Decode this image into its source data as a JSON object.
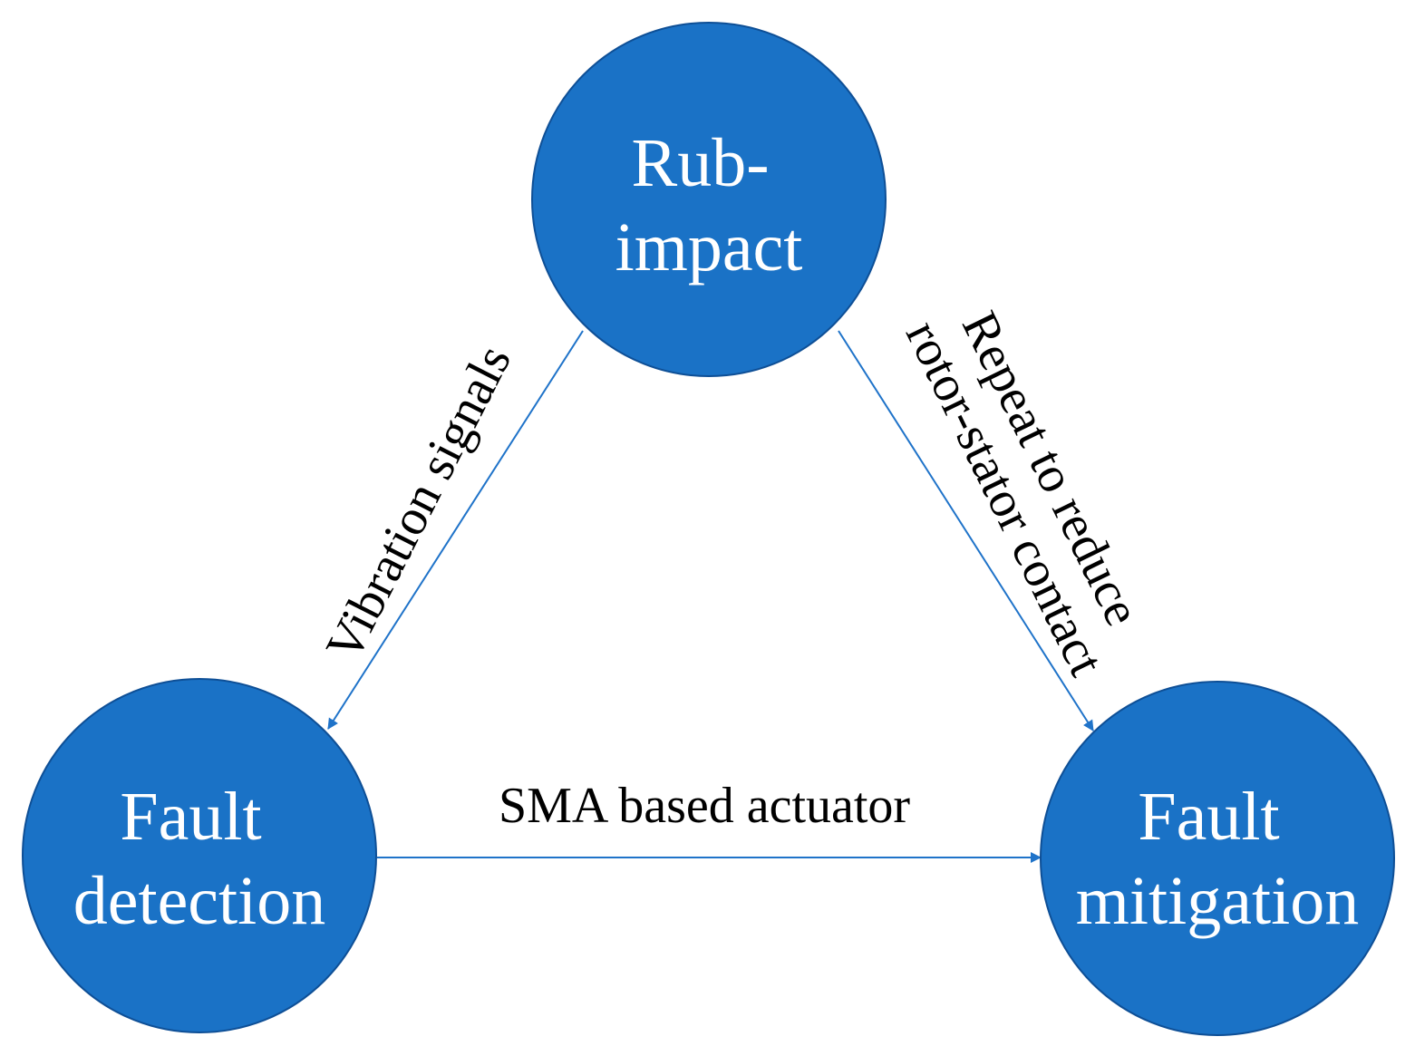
{
  "colors": {
    "node_fill": "#1a72c6",
    "node_text": "#ffffff",
    "arrow": "#1f73c9",
    "label_text": "#000000",
    "background": "#ffffff"
  },
  "nodes": {
    "rub_impact": {
      "lines": [
        "Rub-",
        "impact"
      ]
    },
    "fault_detection": {
      "lines": [
        "Fault",
        "detection"
      ]
    },
    "fault_mitigation": {
      "lines": [
        "Fault",
        "mitigation"
      ]
    }
  },
  "edges": {
    "vibration": {
      "lines": [
        "Vibration signals"
      ]
    },
    "actuator": {
      "lines": [
        "SMA based actuator"
      ]
    },
    "repeat": {
      "lines": [
        "Repeat to reduce",
        "rotor-stator contact"
      ]
    }
  }
}
